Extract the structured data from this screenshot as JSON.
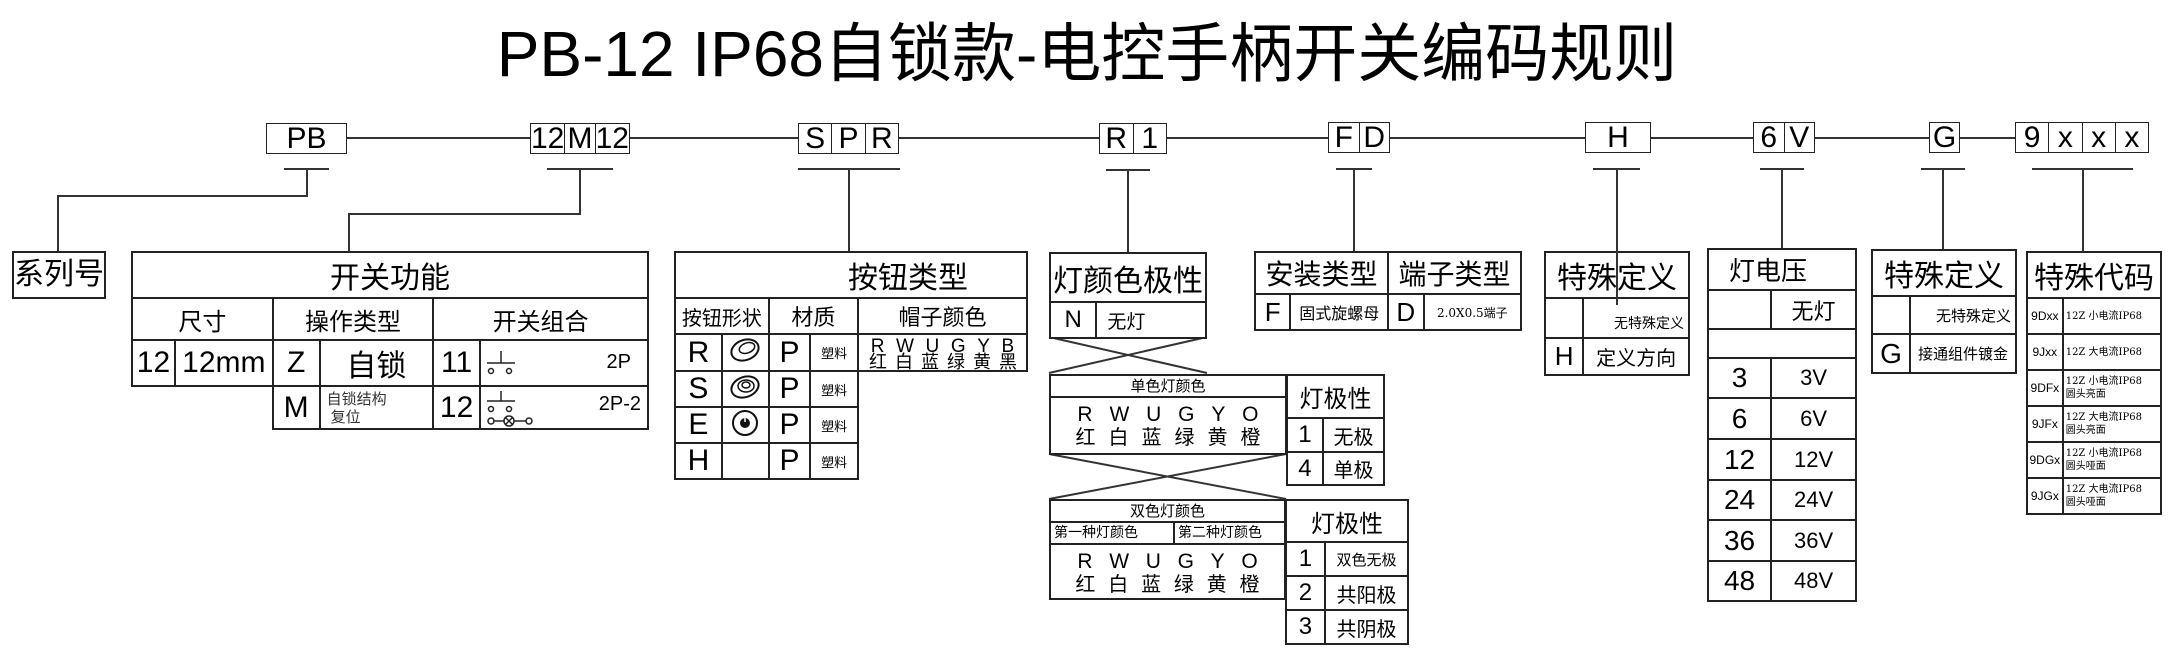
{
  "title": "PB-12 IP68自锁款-电控手柄开关编码规则",
  "code_segments": [
    {
      "id": "series",
      "cells": [
        "PB"
      ]
    },
    {
      "id": "switch-function",
      "cells": [
        "12",
        "M",
        "12"
      ]
    },
    {
      "id": "button-type",
      "cells": [
        "S",
        "P",
        "R"
      ]
    },
    {
      "id": "light-color-polarity",
      "cells": [
        "R",
        "1"
      ]
    },
    {
      "id": "install-terminal",
      "cells": [
        "F",
        "D"
      ]
    },
    {
      "id": "special-definition-1",
      "cells": [
        "H"
      ]
    },
    {
      "id": "lamp-voltage",
      "cells": [
        "6",
        "V"
      ]
    },
    {
      "id": "special-definition-2",
      "cells": [
        "G"
      ]
    },
    {
      "id": "special-code",
      "cells": [
        "9",
        "x",
        "x",
        "x"
      ]
    }
  ],
  "series": {
    "label": "系列号"
  },
  "switch_function": {
    "title": "开关功能",
    "headers": [
      "尺寸",
      "操作类型",
      "开关组合"
    ],
    "size": {
      "code": "12",
      "value": "12mm"
    },
    "operation": [
      {
        "code": "Z",
        "value": "自锁"
      },
      {
        "code": "M",
        "value_line1": "自锁结构",
        "value_line2": "复位"
      }
    ],
    "combination": [
      {
        "code": "11",
        "symbol": "switch-symbol",
        "value": "2P"
      },
      {
        "code": "12",
        "symbol": "switch-lamp-symbol",
        "value": "2P-2"
      }
    ]
  },
  "button_type": {
    "title": "按钮类型",
    "headers": [
      "按钮形状",
      "材质",
      "帽子颜色"
    ],
    "rows": [
      {
        "shape": "R",
        "icon": "flat-round-button-icon",
        "material_code": "P",
        "material": "塑料"
      },
      {
        "shape": "S",
        "icon": "concentric-ring-button-icon",
        "material_code": "P",
        "material": "塑料"
      },
      {
        "shape": "E",
        "icon": "power-button-icon",
        "material_code": "P",
        "material": "塑料"
      },
      {
        "shape": "H",
        "icon": "",
        "material_code": "P",
        "material": "塑料"
      }
    ],
    "cap_colors": {
      "codes": [
        "R",
        "W",
        "U",
        "G",
        "Y",
        "B"
      ],
      "names": [
        "红",
        "白",
        "蓝",
        "绿",
        "黄",
        "黑"
      ]
    }
  },
  "light_color_polarity": {
    "title": "灯颜色极性",
    "none": {
      "code": "N",
      "value": "无灯"
    },
    "single": {
      "title": "单色灯颜色",
      "codes": [
        "R",
        "W",
        "U",
        "G",
        "Y",
        "O"
      ],
      "names": [
        "红",
        "白",
        "蓝",
        "绿",
        "黄",
        "橙"
      ],
      "polarity_title": "灯极性",
      "polarity": [
        {
          "code": "1",
          "value": "无极"
        },
        {
          "code": "4",
          "value": "单极"
        }
      ]
    },
    "dual": {
      "title": "双色灯颜色",
      "sub_headers": [
        "第一种灯颜色",
        "第二种灯颜色"
      ],
      "codes": [
        "R",
        "W",
        "U",
        "G",
        "Y",
        "O"
      ],
      "names": [
        "红",
        "白",
        "蓝",
        "绿",
        "黄",
        "橙"
      ],
      "polarity_title": "灯极性",
      "polarity": [
        {
          "code": "1",
          "value": "双色无极"
        },
        {
          "code": "2",
          "value": "共阳极"
        },
        {
          "code": "3",
          "value": "共阴极"
        }
      ]
    }
  },
  "install_terminal": {
    "headers": [
      "安装类型",
      "端子类型"
    ],
    "install": {
      "code": "F",
      "value": "固式旋螺母"
    },
    "terminal": {
      "code": "D",
      "value": "2.0X0.5端子"
    }
  },
  "special_definition_1": {
    "title": "特殊定义",
    "rows": [
      {
        "code": "",
        "value": "无特殊定义"
      },
      {
        "code": "H",
        "value": "定义方向"
      }
    ]
  },
  "lamp_voltage": {
    "title": "灯电压",
    "none": {
      "code": "",
      "value": "无灯"
    },
    "rows": [
      {
        "code": "3",
        "value": "3V"
      },
      {
        "code": "6",
        "value": "6V"
      },
      {
        "code": "12",
        "value": "12V"
      },
      {
        "code": "24",
        "value": "24V"
      },
      {
        "code": "36",
        "value": "36V"
      },
      {
        "code": "48",
        "value": "48V"
      }
    ]
  },
  "special_definition_2": {
    "title": "特殊定义",
    "rows": [
      {
        "code": "",
        "value": "无特殊定义"
      },
      {
        "code": "G",
        "value": "接通组件镀金"
      }
    ]
  },
  "special_code": {
    "title": "特殊代码",
    "rows": [
      {
        "code": "9Dxx",
        "line1": "12Z 小电流IP68",
        "line2": ""
      },
      {
        "code": "9Jxx",
        "line1": "12Z 大电流IP68",
        "line2": ""
      },
      {
        "code": "9DFx",
        "line1": "12Z 小电流IP68",
        "line2": "圆头亮面"
      },
      {
        "code": "9JFx",
        "line1": "12Z 大电流IP68",
        "line2": "圆头亮面"
      },
      {
        "code": "9DGx",
        "line1": "12Z 小电流IP68",
        "line2": "圆头哑面"
      },
      {
        "code": "9JGx",
        "line1": "12Z 大电流IP68",
        "line2": "圆头哑面"
      }
    ]
  }
}
